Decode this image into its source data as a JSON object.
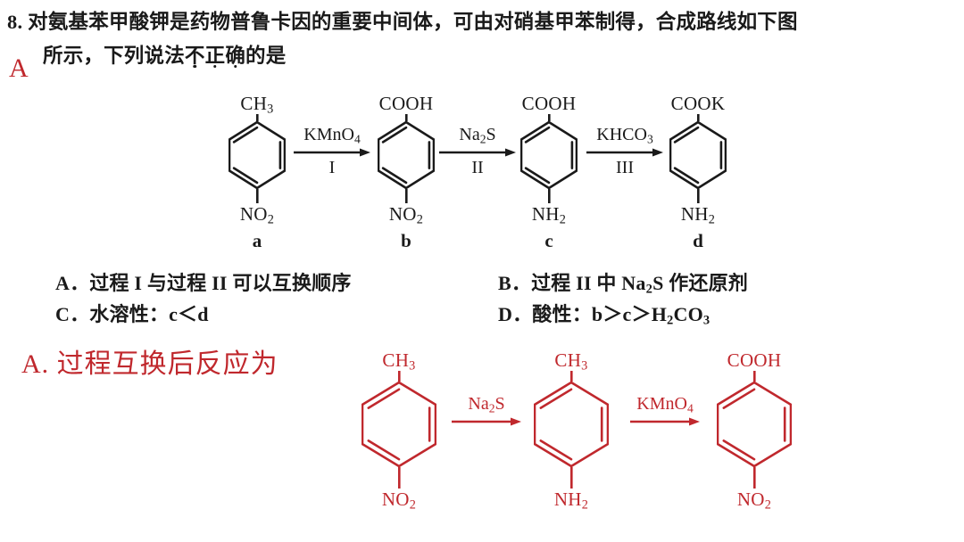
{
  "question": {
    "number": "8.",
    "line1": "对氨基苯甲酸钾是药物普鲁卡因的重要中间体，可由对硝基甲苯制得，合成路线如下图",
    "line2_before": "所示，下列说法",
    "line2_emph": "不正确",
    "line2_after": "的是",
    "marked_answer": "A"
  },
  "scheme": {
    "compounds": [
      {
        "top": "CH",
        "top_sub": "3",
        "bottom": "NO",
        "bottom_sub": "2",
        "label": "a"
      },
      {
        "top": "COOH",
        "top_sub": "",
        "bottom": "NO",
        "bottom_sub": "2",
        "label": "b"
      },
      {
        "top": "COOH",
        "top_sub": "",
        "bottom": "NH",
        "bottom_sub": "2",
        "label": "c"
      },
      {
        "top": "COOK",
        "top_sub": "",
        "bottom": "NH",
        "bottom_sub": "2",
        "label": "d"
      }
    ],
    "arrows": [
      {
        "reagent": "KMnO",
        "reagent_sub": "4",
        "step": "I"
      },
      {
        "reagent": "Na",
        "reagent_sub": "2",
        "reagent_tail": "S",
        "step": "II"
      },
      {
        "reagent": "KHCO",
        "reagent_sub": "3",
        "step": "III"
      }
    ]
  },
  "options": [
    {
      "letter": "A．",
      "text": "过程 I 与过程 II 可以互换顺序"
    },
    {
      "letter": "B．",
      "text": "过程 II 中 Na",
      "sub": "2",
      "text2": "S 作还原剂"
    },
    {
      "letter": "C．",
      "text": "水溶性：c＜d"
    },
    {
      "letter": "D．",
      "text": "酸性：b＞c＞H",
      "sub": "2",
      "text2": "CO",
      "sub2": "3"
    }
  ],
  "solution": {
    "heading": "A. 过程互换后反应为",
    "color": "#c0282d",
    "compounds": [
      {
        "top": "CH",
        "top_sub": "3",
        "bottom": "NO",
        "bottom_sub": "2"
      },
      {
        "top": "CH",
        "top_sub": "3",
        "bottom": "NH",
        "bottom_sub": "2"
      },
      {
        "top": "COOH",
        "top_sub": "",
        "bottom": "NO",
        "bottom_sub": "2"
      }
    ],
    "arrows": [
      {
        "reagent": "Na",
        "reagent_sub": "2",
        "reagent_tail": "S"
      },
      {
        "reagent": "KMnO",
        "reagent_sub": "4"
      }
    ]
  },
  "colors": {
    "ink": "#1a1a1a",
    "red": "#c0282d"
  }
}
